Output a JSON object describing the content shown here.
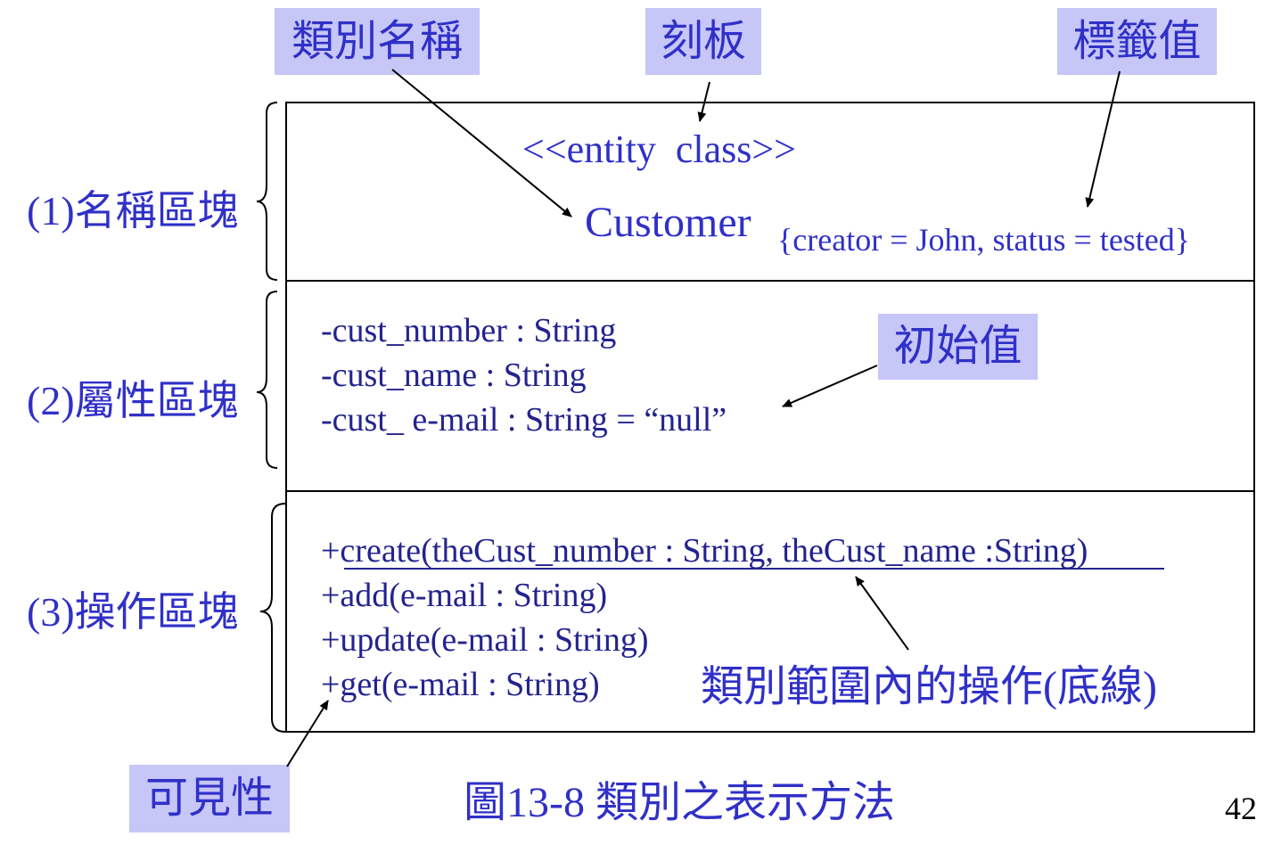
{
  "callouts": {
    "class_name": "類別名稱",
    "stereotype": "刻板",
    "tagged_value": "標籤值",
    "initial_value": "初始值",
    "visibility": "可見性"
  },
  "name_block": {
    "stereotype": "<<entity  class>>",
    "class_name": "Customer",
    "tags": "{creator = John, status = tested}"
  },
  "attributes": [
    "-cust_number : String",
    "-cust_name : String",
    "-cust_ e-mail : String = “null”"
  ],
  "operations": [
    "+create(theCust_number : String, theCust_name :String)",
    "+add(e-mail : String)",
    "+update(e-mail : String)",
    "+get(e-mail : String)"
  ],
  "sections": {
    "name": "(1)名稱區塊",
    "attributes": "(2)屬性區塊",
    "operations": "(3)操作區塊"
  },
  "class_scope_note": "類別範圍內的操作(底線)",
  "caption": "圖13-8 類別之表示方法",
  "page_number": "42"
}
